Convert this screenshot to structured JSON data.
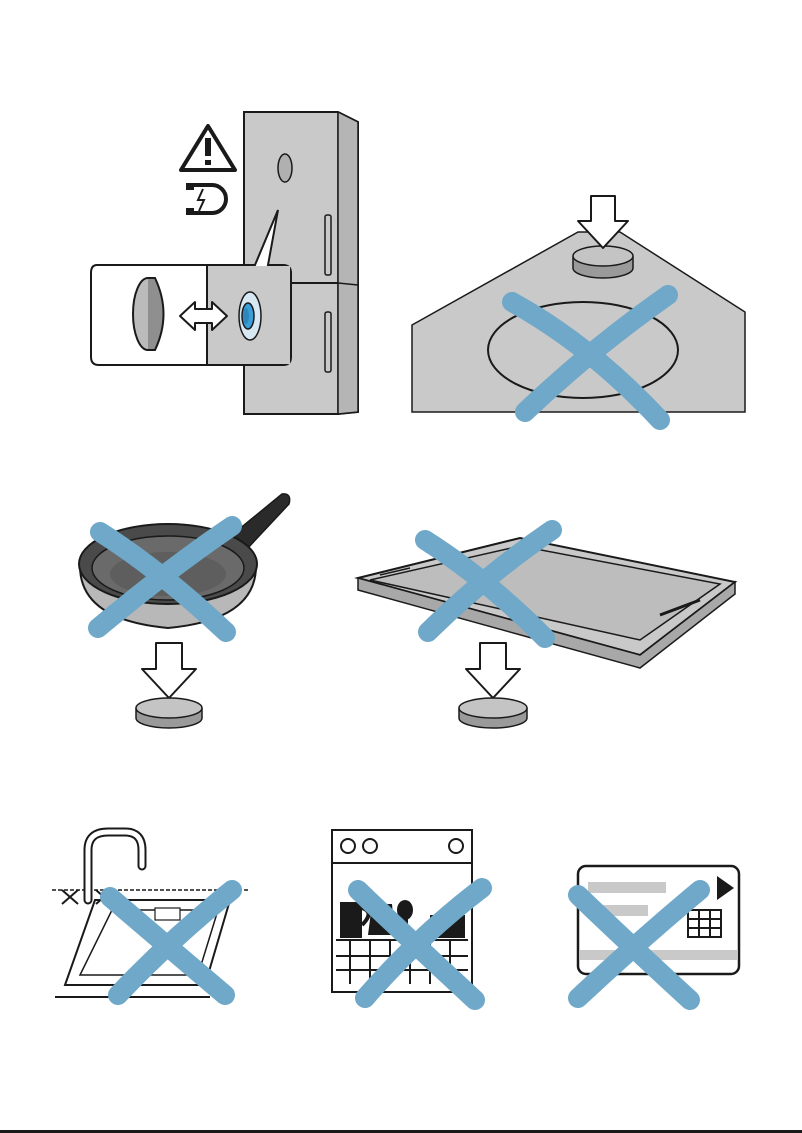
{
  "colors": {
    "background": "#ffffff",
    "outline": "#1a1a1a",
    "surface_gray": "#c9c9c9",
    "surface_dark": "#a8a8a8",
    "cross_blue": "#6fa8c8",
    "magnet_blue": "#3a9fd8",
    "pan_dark": "#4a4a4a"
  },
  "icons": {
    "warning": "warning-triangle-icon",
    "magnet": "magnet-icon",
    "arrow": "down-arrow-icon",
    "double_arrow": "double-arrow-icon",
    "cross": "prohibited-cross-icon"
  },
  "panels": [
    {
      "id": "fridge",
      "depiction": "fridge-with-magnet",
      "prohibited": false
    },
    {
      "id": "hob",
      "depiction": "induction-hob",
      "prohibited": true
    },
    {
      "id": "pan",
      "depiction": "frying-pan-on-magnet",
      "prohibited": true
    },
    {
      "id": "tray",
      "depiction": "baking-tray-on-magnet",
      "prohibited": true
    },
    {
      "id": "sink",
      "depiction": "sink",
      "prohibited": true
    },
    {
      "id": "oven",
      "depiction": "dishwasher-oven",
      "prohibited": true
    },
    {
      "id": "card",
      "depiction": "chip-card",
      "prohibited": true
    }
  ]
}
